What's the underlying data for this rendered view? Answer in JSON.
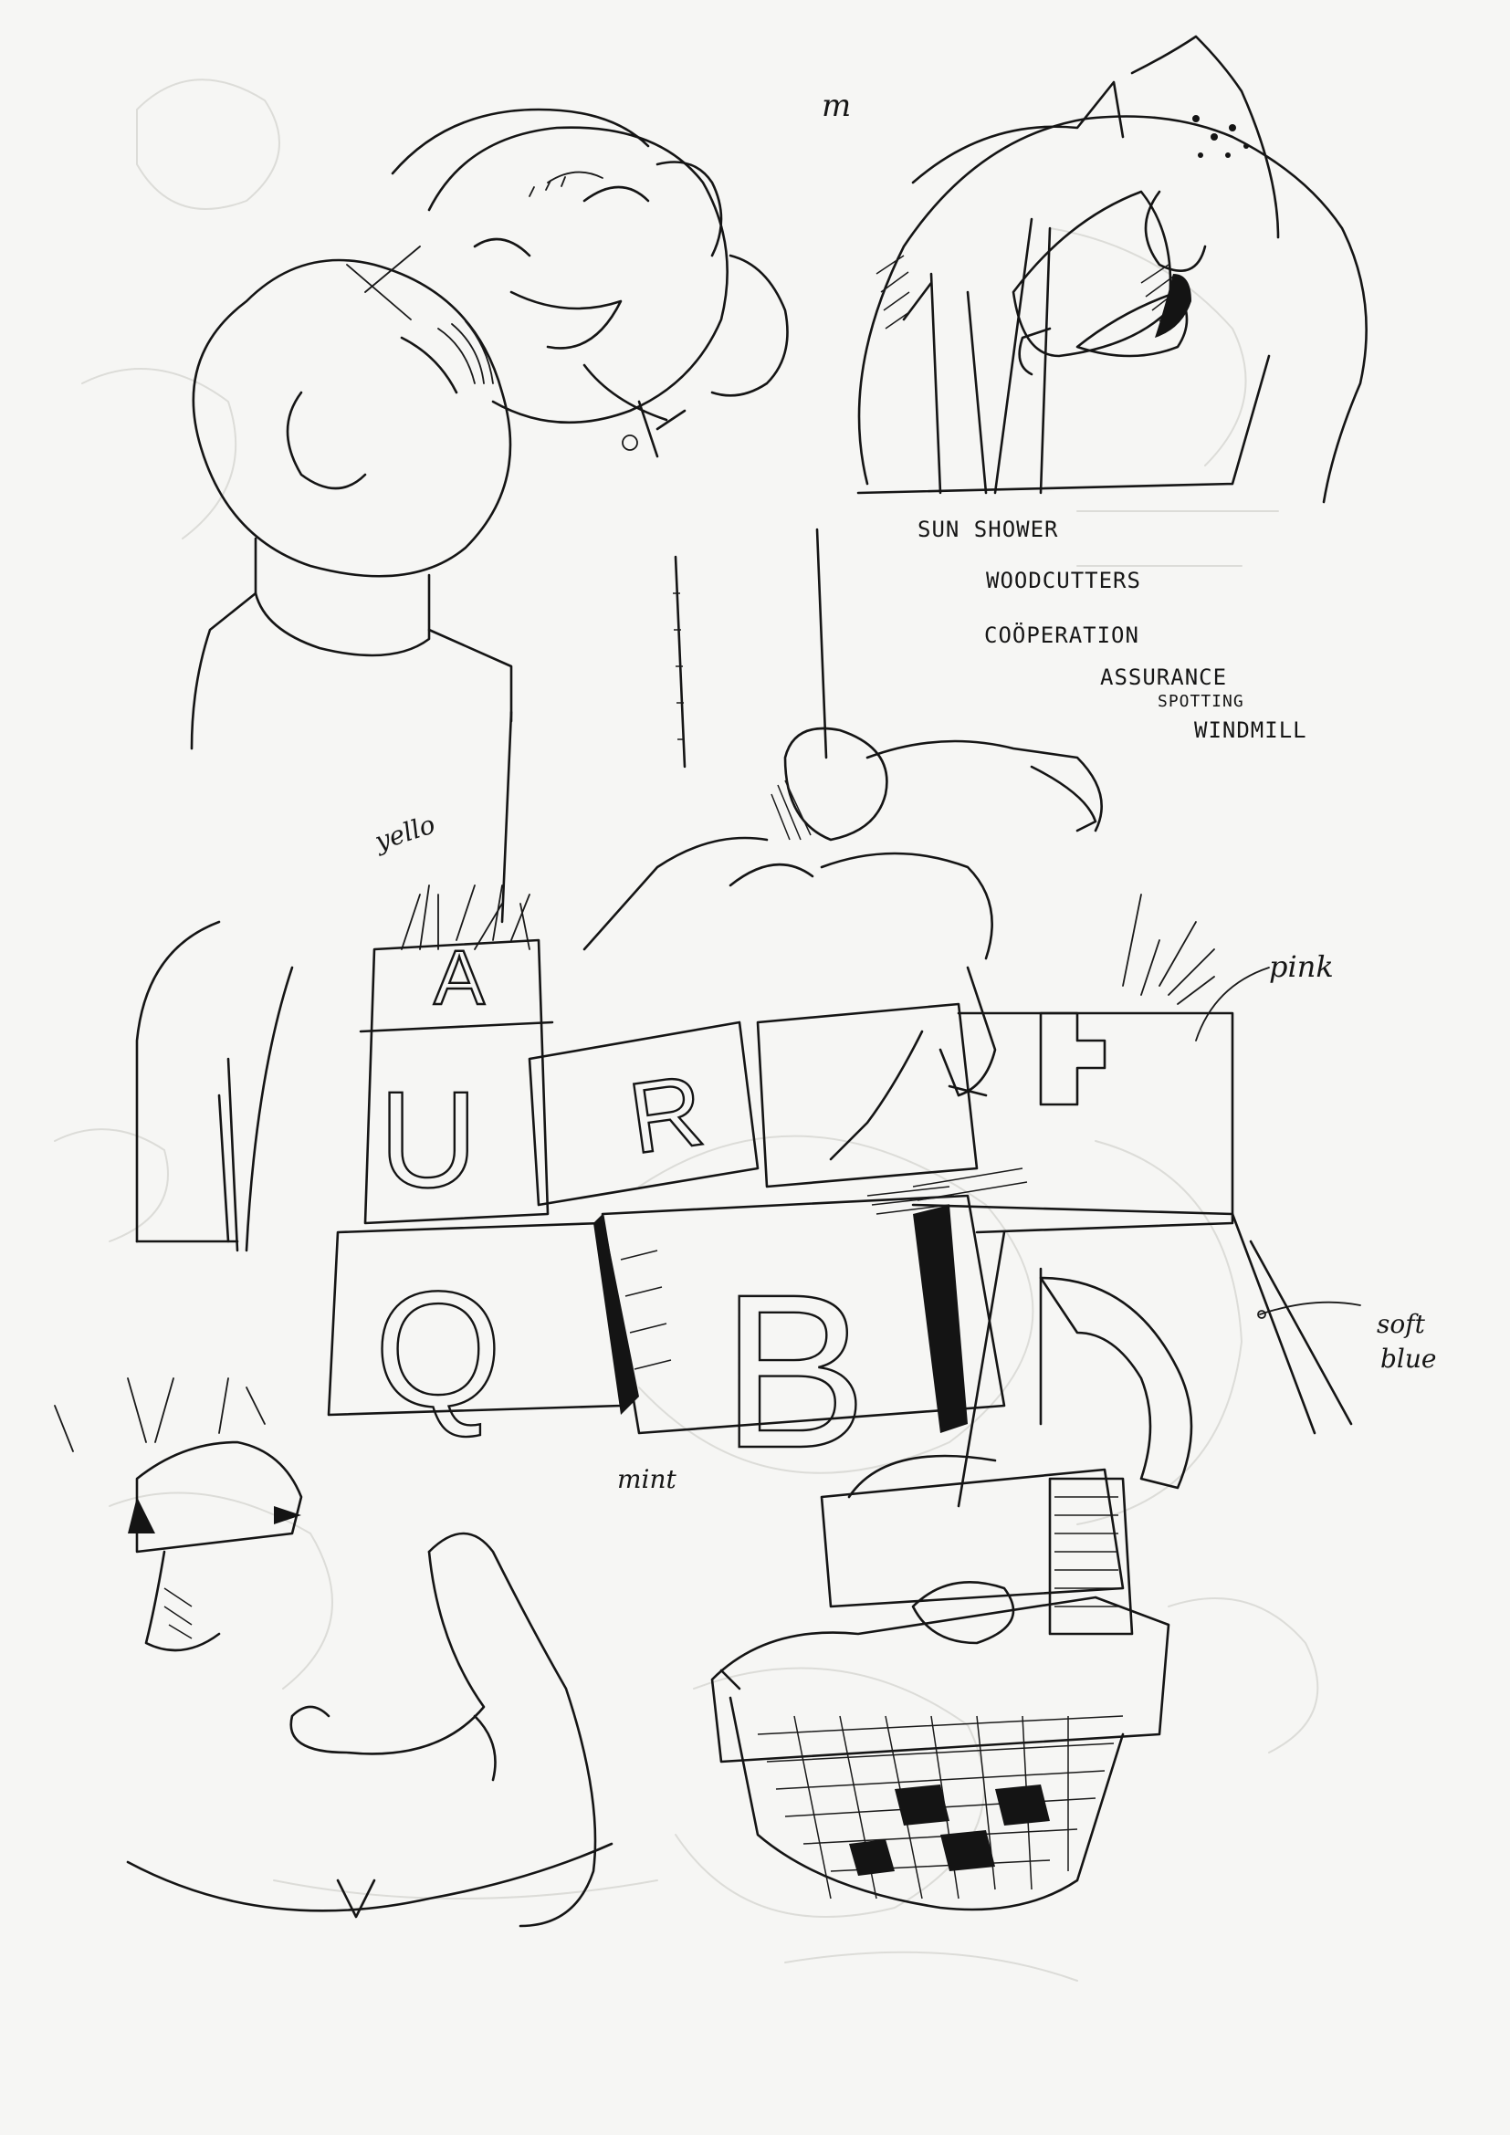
{
  "page": {
    "background": "#f6f6f4",
    "ink_color": "#151515"
  },
  "notes": {
    "top_mark": "m",
    "word_list": [
      "SUN SHOWER",
      "WOODCUTTERS",
      "COÖPERATION",
      "ASSURANCE"
    ],
    "spotting": "SPOTTING",
    "windmill": "WINDMILL"
  },
  "color_notes": {
    "yellow": "yello",
    "pink": "pink",
    "mint": "mint",
    "soft_blue_line1": "soft",
    "soft_blue_line2": "blue"
  },
  "block_letters": {
    "a": "A",
    "u": "U",
    "r": "R",
    "q": "Q",
    "b": "B"
  }
}
